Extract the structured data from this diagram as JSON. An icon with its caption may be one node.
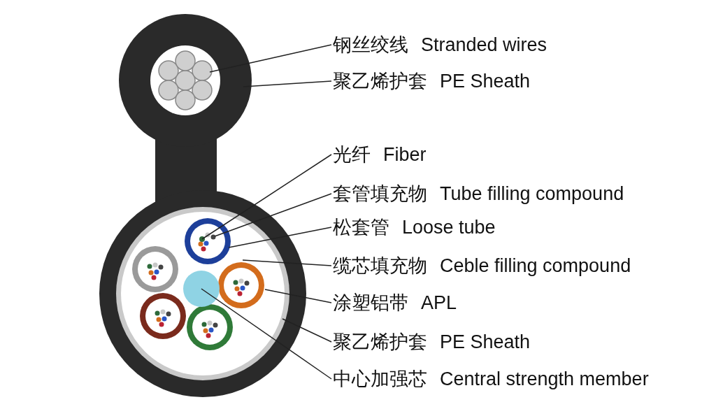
{
  "diagram": {
    "nodes": [
      {
        "text": [
          "钢丝绞线",
          "Stranded wires"
        ]
      },
      {
        "text": [
          "聚乙烯护套",
          "PE Sheath"
        ]
      },
      {
        "text": [
          "光纤",
          "Fiber"
        ]
      },
      {
        "text": [
          "套管填充物",
          "Tube filling compound"
        ]
      },
      {
        "text": [
          "松套管",
          "Loose tube"
        ]
      },
      {
        "text": [
          "缆芯填充物",
          "Ceble filling compound"
        ]
      },
      {
        "text": [
          "涂塑铝带",
          "APL"
        ]
      },
      {
        "text": [
          "聚乙烯护套",
          "PE Sheath"
        ]
      },
      {
        "text": [
          "中心加强芯",
          "Central strength member"
        ]
      },
      {
        "text": [],
        "shape": "circle",
        "in": 10
      },
      {
        "text": [],
        "shape": "circle"
      },
      {
        "text": [],
        "shape": "circle",
        "in": 12
      },
      {
        "text": [],
        "shape": "circle",
        "in": 13
      },
      {
        "text": [],
        "shape": "circle",
        "in": 14
      },
      {
        "text": [],
        "shape": "circle",
        "in": 16
      },
      {
        "text": [],
        "shape": "circle",
        "in": 16
      },
      {
        "text": [],
        "shape": "circle"
      },
      {
        "text": [],
        "shape": "circle",
        "in": 14
      }
    ],
    "edges": [
      {
        "from": 0,
        "to": 9,
        "arrow": "none"
      },
      {
        "from": 1,
        "to": 10,
        "arrow": "none"
      },
      {
        "from": 2,
        "to": 11,
        "arrow": "none"
      },
      {
        "from": 3,
        "to": 12,
        "arrow": "none"
      },
      {
        "from": 4,
        "to": 13,
        "arrow": "none"
      },
      {
        "from": 5,
        "to": 14,
        "arrow": "none"
      },
      {
        "from": 6,
        "to": 15,
        "arrow": "none"
      },
      {
        "from": 7,
        "to": 16,
        "arrow": "none"
      },
      {
        "from": 8,
        "to": 17,
        "arrow": "none"
      }
    ]
  }
}
